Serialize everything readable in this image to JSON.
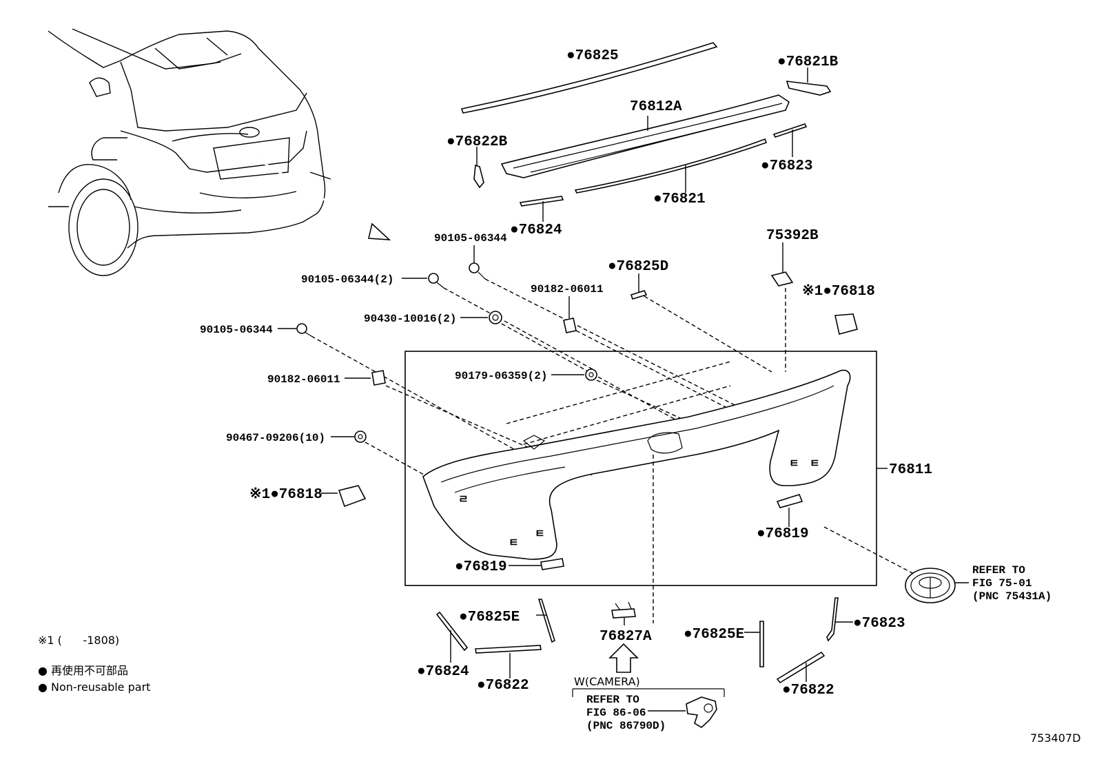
{
  "diagram_id": "753407D",
  "callouts": [
    {
      "id": "c76825",
      "text": "●76825"
    },
    {
      "id": "c76821B",
      "text": "●76821B"
    },
    {
      "id": "c76812A",
      "text": "76812A"
    },
    {
      "id": "c76822B",
      "text": "●76822B"
    },
    {
      "id": "c76823a",
      "text": "●76823"
    },
    {
      "id": "c76821",
      "text": "●76821"
    },
    {
      "id": "c76824a",
      "text": "●76824"
    },
    {
      "id": "c75392B",
      "text": "75392B"
    },
    {
      "id": "c90105a",
      "text": "90105-06344"
    },
    {
      "id": "c76825D",
      "text": "●76825D"
    },
    {
      "id": "c90105b",
      "text": "90105-06344(2)"
    },
    {
      "id": "c90182a",
      "text": "90182-06011"
    },
    {
      "id": "c76818a",
      "text": "※1●76818"
    },
    {
      "id": "c90430",
      "text": "90430-10016(2)"
    },
    {
      "id": "c90105c",
      "text": "90105-06344"
    },
    {
      "id": "c90182b",
      "text": "90182-06011"
    },
    {
      "id": "c90179",
      "text": "90179-06359(2)"
    },
    {
      "id": "c90467",
      "text": "90467-09206(10)"
    },
    {
      "id": "c76811",
      "text": "76811"
    },
    {
      "id": "c76818b",
      "text": "※1●76818"
    },
    {
      "id": "c76819a",
      "text": "●76819"
    },
    {
      "id": "c76819b",
      "text": "●76819"
    },
    {
      "id": "c76825Ea",
      "text": "●76825E"
    },
    {
      "id": "c76827A",
      "text": "76827A"
    },
    {
      "id": "c76825Eb",
      "text": "●76825E"
    },
    {
      "id": "c76823b",
      "text": "●76823"
    },
    {
      "id": "c76824b",
      "text": "●76824"
    },
    {
      "id": "c76822a",
      "text": "●76822"
    },
    {
      "id": "c76822b",
      "text": "●76822"
    }
  ],
  "refer_emblem": {
    "line1": "REFER TO",
    "line2": "FIG 75-01",
    "line3": "(PNC 75431A)"
  },
  "refer_camera": {
    "condition": "W(CAMERA)",
    "line1": "REFER TO",
    "line2": "FIG 86-06",
    "line3": "(PNC 86790D)"
  },
  "legend": {
    "footnote": "※1 (      -1808)",
    "non_reusable_jp": "● 再使用不可部品",
    "non_reusable_en": "● Non-reusable part"
  }
}
